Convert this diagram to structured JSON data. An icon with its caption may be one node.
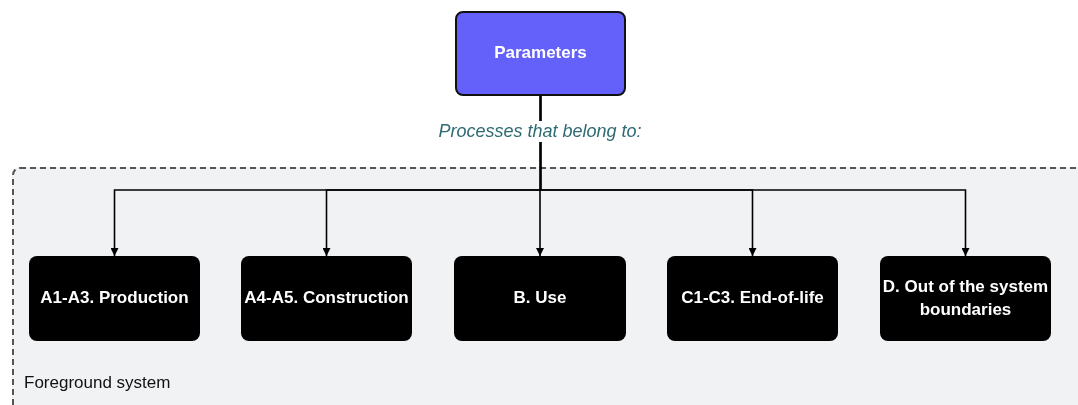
{
  "diagram": {
    "nodes": [
      {
        "text": [
          "Parameters"
        ]
      },
      {
        "text": [
          "Foreground system"
        ]
      },
      {
        "text": [
          "A1-A3. Production"
        ],
        "in": 1
      },
      {
        "text": [
          "A4-A5. Construction"
        ],
        "in": 1
      },
      {
        "text": [
          "B. Use"
        ],
        "in": 1
      },
      {
        "text": [
          "C1-C3. End-of-life"
        ],
        "in": 1
      },
      {
        "text": [
          "D. Out of the system boundaries"
        ],
        "in": 1
      }
    ],
    "edges": [
      {
        "from": 0,
        "to": 2,
        "arrow": "to"
      },
      {
        "from": 0,
        "to": 3,
        "arrow": "to"
      },
      {
        "from": 0,
        "to": 4,
        "arrow": "to"
      },
      {
        "from": 0,
        "to": 5,
        "arrow": "to"
      },
      {
        "from": 0,
        "to": 6,
        "arrow": "to"
      }
    ],
    "labels": [
      "Processes that belong to:"
    ]
  }
}
